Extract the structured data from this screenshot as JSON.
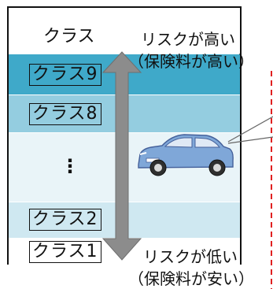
{
  "header": {
    "label": "クラス"
  },
  "classes": {
    "class9": "クラス9",
    "class8": "クラス8",
    "ellipsis": "⋮",
    "class2": "クラス2",
    "class1": "クラス1"
  },
  "annotations": {
    "high_risk": "リスクが高い",
    "high_premium": "（保険料が高い）",
    "low_risk": "リスクが低い",
    "low_premium": "（保険料が安い）"
  },
  "colors": {
    "class9_row": "#3fa9c9",
    "class8_row": "#94cde0",
    "arrow": "#8c8c8c",
    "car": "#7fa7d8",
    "divider": "#e02020"
  },
  "icons": {
    "car": "car-icon",
    "arrow": "double-arrow-icon"
  }
}
